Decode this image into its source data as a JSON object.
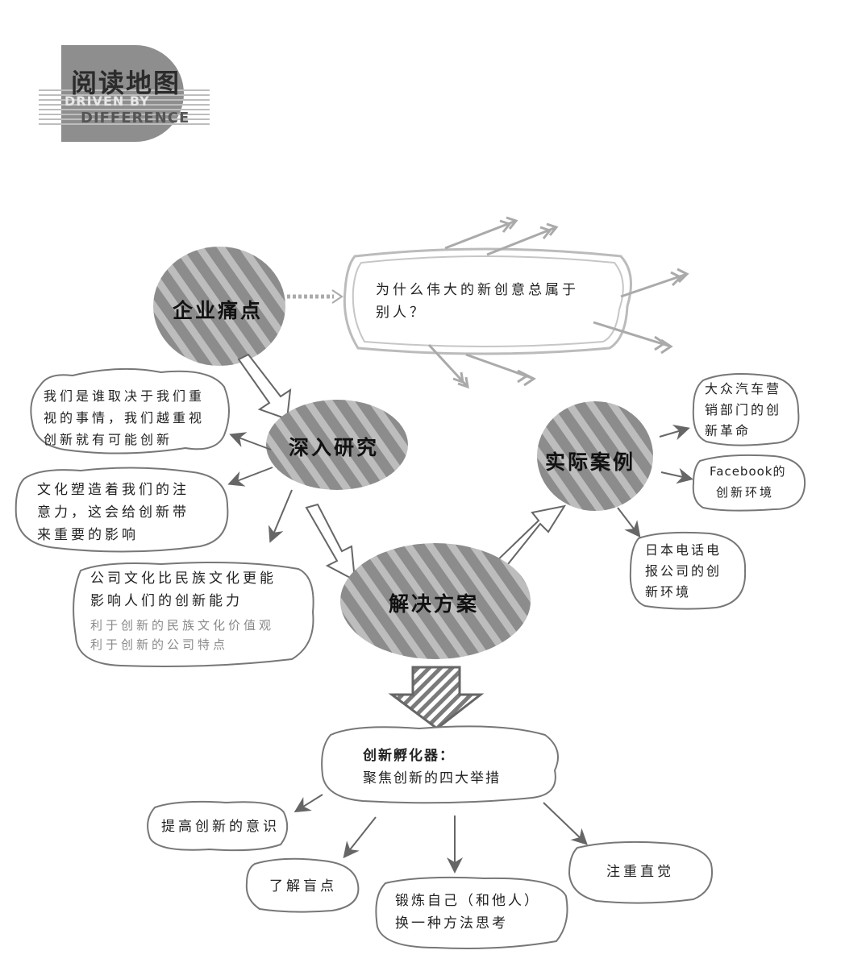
{
  "header": {
    "title": "阅读地图",
    "en_line1": "DRIVEN BY",
    "en_line2": "DIFFERENCE"
  },
  "nodes": {
    "pain": "企业痛点",
    "research": "深入研究",
    "solution": "解决方案",
    "cases": "实际案例"
  },
  "question": {
    "line1": "为什么伟大的新创意总属于",
    "line2": "别人？"
  },
  "research_points": [
    [
      "我们是谁取决于我们重",
      "视的事情，我们越重视",
      "创新就有可能创新"
    ],
    [
      "文化塑造着我们的注",
      "意力，这会给创新带",
      "来重要的影响"
    ],
    [
      "公司文化比民族文化更能",
      "影响人们的创新能力"
    ]
  ],
  "research_sub": [
    "利于创新的民族文化价值观",
    "利于创新的公司特点"
  ],
  "cases": [
    [
      "大众汽车营",
      "销部门的创",
      "新革命"
    ],
    [
      "Facebook的",
      "创新环境"
    ],
    [
      "日本电话电",
      "报公司的创",
      "新环境"
    ]
  ],
  "incubator": {
    "title": "创新孵化器：",
    "subtitle": "聚焦创新的四大举措"
  },
  "measures": [
    [
      "提高创新的意识"
    ],
    [
      "了解盲点"
    ],
    [
      "锻炼自己（和他人）",
      "换一种方法思考"
    ],
    [
      "注重直觉"
    ]
  ]
}
